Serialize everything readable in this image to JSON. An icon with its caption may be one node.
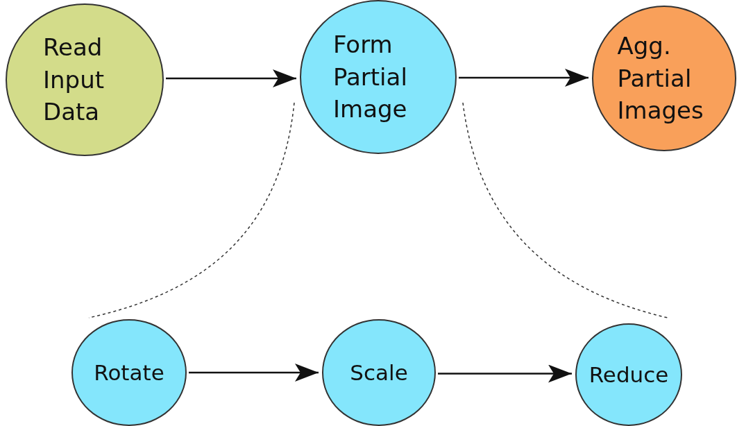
{
  "diagram": {
    "nodes": [
      {
        "text": [
          "Read Input Data"
        ]
      },
      {
        "text": [
          "Form Partial Image"
        ]
      },
      {
        "text": [
          "Agg. Partial Images"
        ]
      },
      {
        "text": [
          "Rotate"
        ]
      },
      {
        "text": [
          "Scale"
        ]
      },
      {
        "text": [
          "Reduce"
        ]
      }
    ],
    "edges": [
      {
        "from": 0,
        "to": 1,
        "arrow": "to"
      },
      {
        "from": 1,
        "to": 2,
        "arrow": "to"
      },
      {
        "from": 3,
        "to": 4,
        "arrow": "to"
      },
      {
        "from": 4,
        "to": 5,
        "arrow": "to"
      }
    ]
  }
}
